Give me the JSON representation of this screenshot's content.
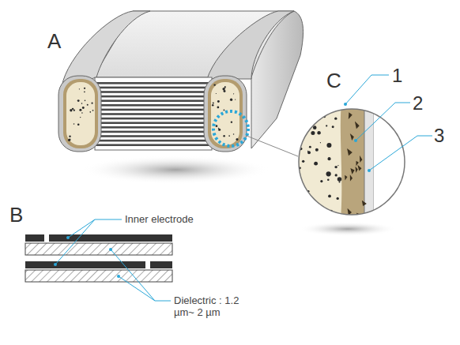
{
  "diagram": {
    "labels": [
      "A",
      "C",
      "1",
      "2",
      "3",
      "B",
      "Inner electrode",
      "Dielectric : 1.2 µm~ 2 µm"
    ]
  }
}
